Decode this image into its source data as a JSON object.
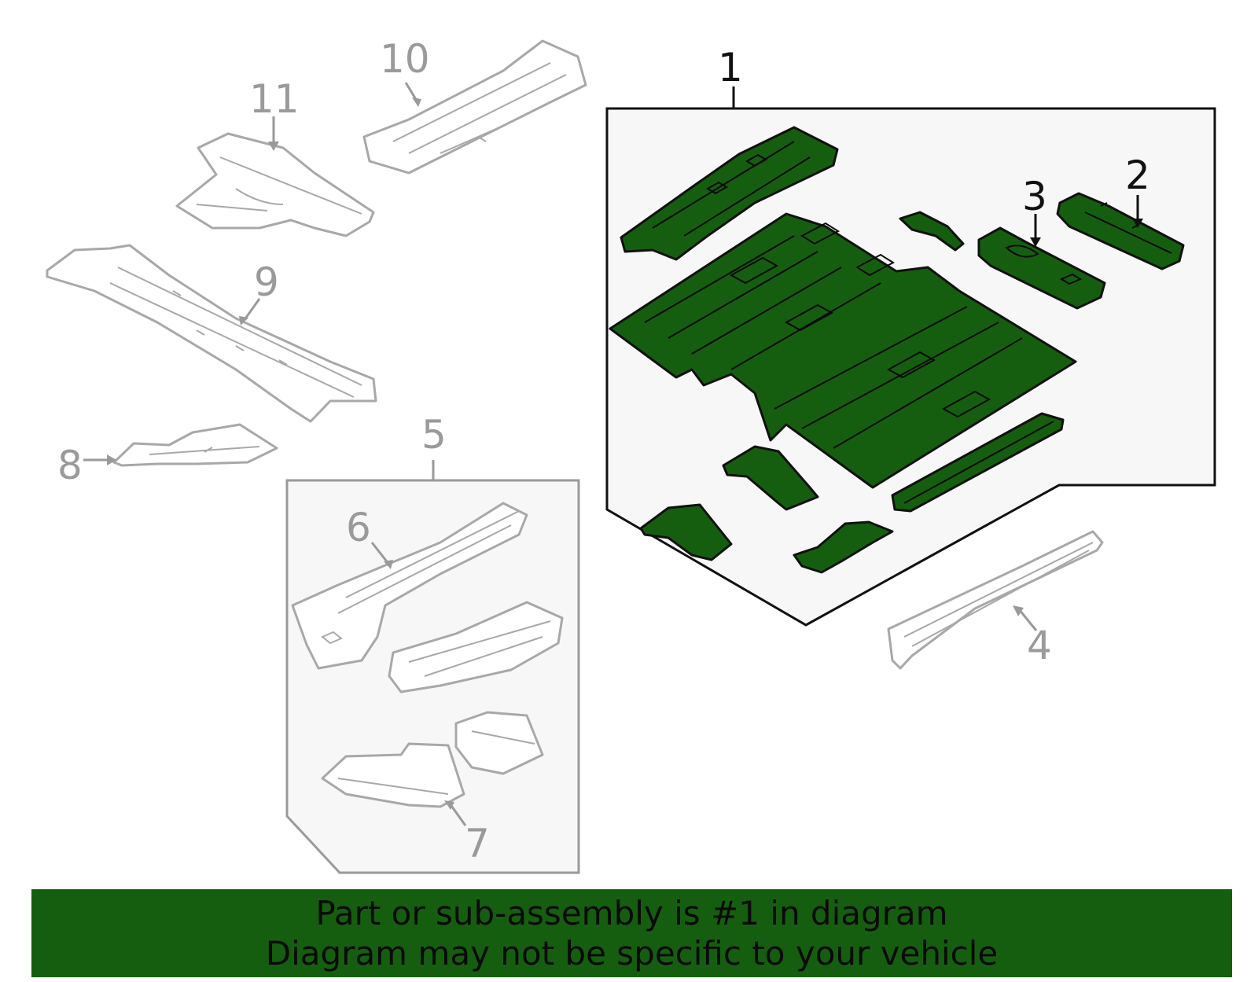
{
  "callouts": {
    "c1": "1",
    "c2": "2",
    "c3": "3",
    "c4": "4",
    "c5": "5",
    "c6": "6",
    "c7": "7",
    "c8": "8",
    "c9": "9",
    "c10": "10",
    "c11": "11"
  },
  "highlighted_part": "1",
  "banner": {
    "line1": "Part or sub-assembly is #1 in diagram",
    "line2": "Diagram may not be specific to your vehicle"
  },
  "colors": {
    "highlight_green": "#165e0f",
    "inactive_gray": "#9a9a9a",
    "panel_fill": "#f7f7f7"
  }
}
